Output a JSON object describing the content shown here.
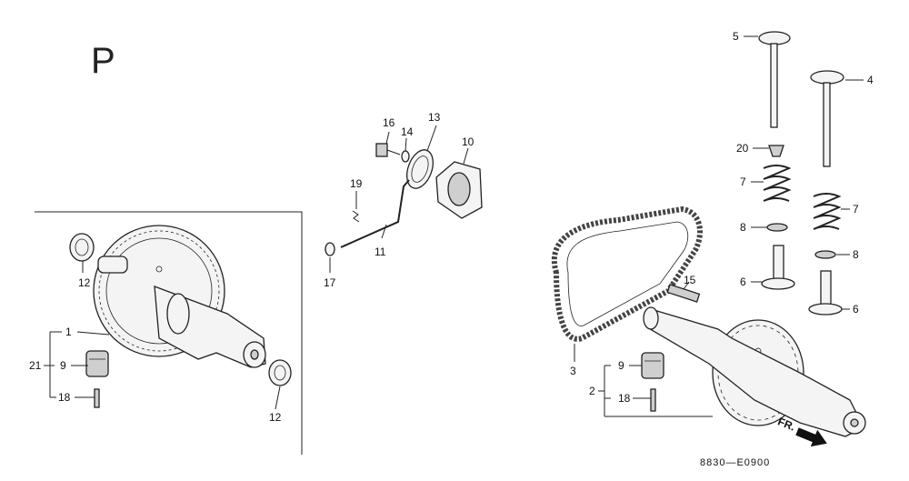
{
  "diagram": {
    "section_letter": "P",
    "drawing_code": "8830—E0900",
    "front_arrow_label": "FR.",
    "callouts": {
      "c1": "1",
      "c2": "2",
      "c3": "3",
      "c4": "4",
      "c5": "5",
      "c6a": "6",
      "c6b": "6",
      "c7a": "7",
      "c7b": "7",
      "c8a": "8",
      "c8b": "8",
      "c9a": "9",
      "c9b": "9",
      "c10": "10",
      "c11": "11",
      "c12a": "12",
      "c12b": "12",
      "c13": "13",
      "c14": "14",
      "c15": "15",
      "c16": "16",
      "c17": "17",
      "c18a": "18",
      "c18b": "18",
      "c19": "19",
      "c20": "20",
      "c21": "21"
    }
  }
}
